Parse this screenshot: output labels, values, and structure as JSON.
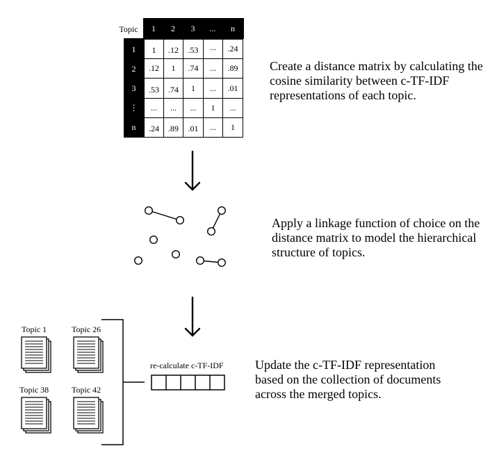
{
  "matrix": {
    "corner_label": "Topic",
    "col_headers": [
      "1",
      "2",
      "3",
      "...",
      "n"
    ],
    "row_headers": [
      "1",
      "2",
      "3",
      "⋮",
      "n"
    ],
    "rows": [
      [
        "1",
        ".12",
        ".53",
        "...",
        ".24"
      ],
      [
        ".12",
        "1",
        ".74",
        "...",
        ".89"
      ],
      [
        ".53",
        ".74",
        "1",
        "...",
        ".01"
      ],
      [
        "...",
        "...",
        "...",
        "1",
        "..."
      ],
      [
        ".24",
        ".89",
        ".01",
        "...",
        "1"
      ]
    ]
  },
  "steps": {
    "step1": "Create a distance matrix by calculating the cosine similarity between c-TF-IDF representations of each topic.",
    "step2": "Apply a linkage function of choice on the distance matrix to model the hierarchical structure of topics.",
    "step3": "Update the c-TF-IDF representation based on the collection of documents across the merged topics."
  },
  "topics": {
    "t1": "Topic 1",
    "t26": "Topic 26",
    "t38": "Topic 38",
    "t42": "Topic 42"
  },
  "recalc_label": "re-calculate c-TF-IDF",
  "colors": {
    "ink": "#000000",
    "paper": "#ffffff"
  }
}
